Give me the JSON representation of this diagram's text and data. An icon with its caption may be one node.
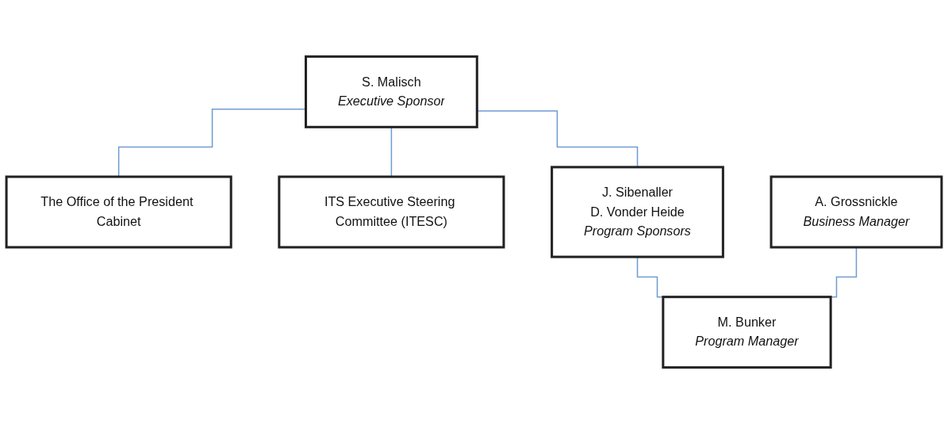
{
  "diagram": {
    "nodes": [
      {
        "text": [
          "The Office of the President Cabinet"
        ]
      },
      {
        "text": [
          "S. Malisch",
          "Executive Sponsor"
        ]
      },
      {
        "text": [
          "ITS Executive Steering Committee (ITESC)"
        ]
      },
      {
        "text": [
          "J. Sibenaller",
          "D. Vonder Heide",
          "Program Sponsors"
        ]
      },
      {
        "text": [
          "A. Grossnickle",
          "Business Manager"
        ]
      },
      {
        "text": [
          "M. Bunker",
          "Program Manager"
        ]
      }
    ],
    "edges": [
      {
        "from": 1,
        "to": 0,
        "arrow": "none"
      },
      {
        "from": 1,
        "to": 2,
        "arrow": "none"
      },
      {
        "from": 1,
        "to": 3,
        "arrow": "none"
      },
      {
        "from": 3,
        "to": 5,
        "arrow": "none"
      },
      {
        "from": 4,
        "to": 5,
        "arrow": "none"
      }
    ]
  }
}
